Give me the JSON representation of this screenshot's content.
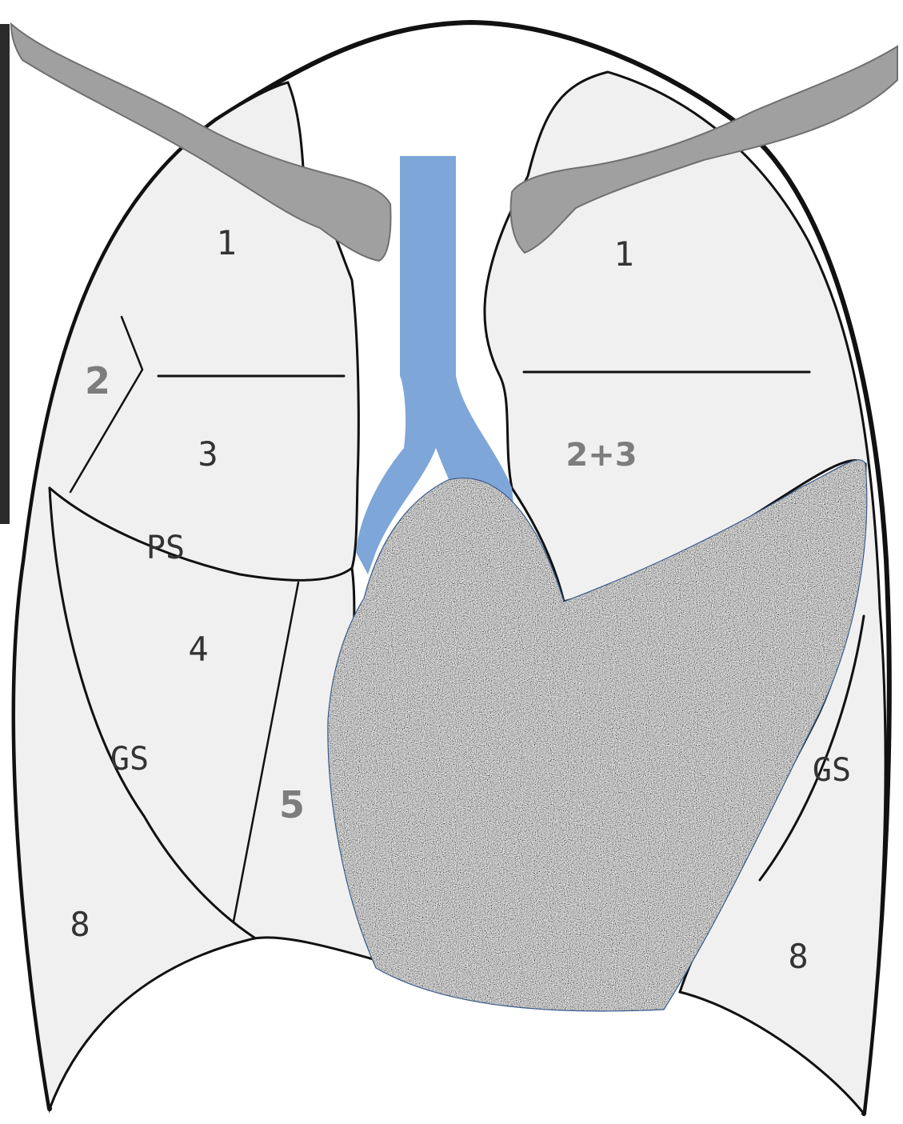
{
  "diagram": {
    "labels": {
      "right_lung_upper": "1",
      "left_lung_upper": "1",
      "right_lung_posterior": "2",
      "right_lung_anterior": "3",
      "left_lung_upper_division": "2+3",
      "right_lung_lateral_middle": "4",
      "medial_middle": "5",
      "right_lung_lower": "8",
      "left_lung_lower": "8",
      "horizontal_fissure": "PS",
      "oblique_fissure_right": "GS",
      "oblique_fissure_left": "GS"
    },
    "colors": {
      "lung_fill": "#f0f0f0",
      "outline": "#111111",
      "clavicle": "#a0a0a0",
      "trachea": "#7ea6d8",
      "heart_base": "#9a9a9a",
      "bold_label": "#7d7d7d",
      "thin_label": "#333333"
    }
  }
}
